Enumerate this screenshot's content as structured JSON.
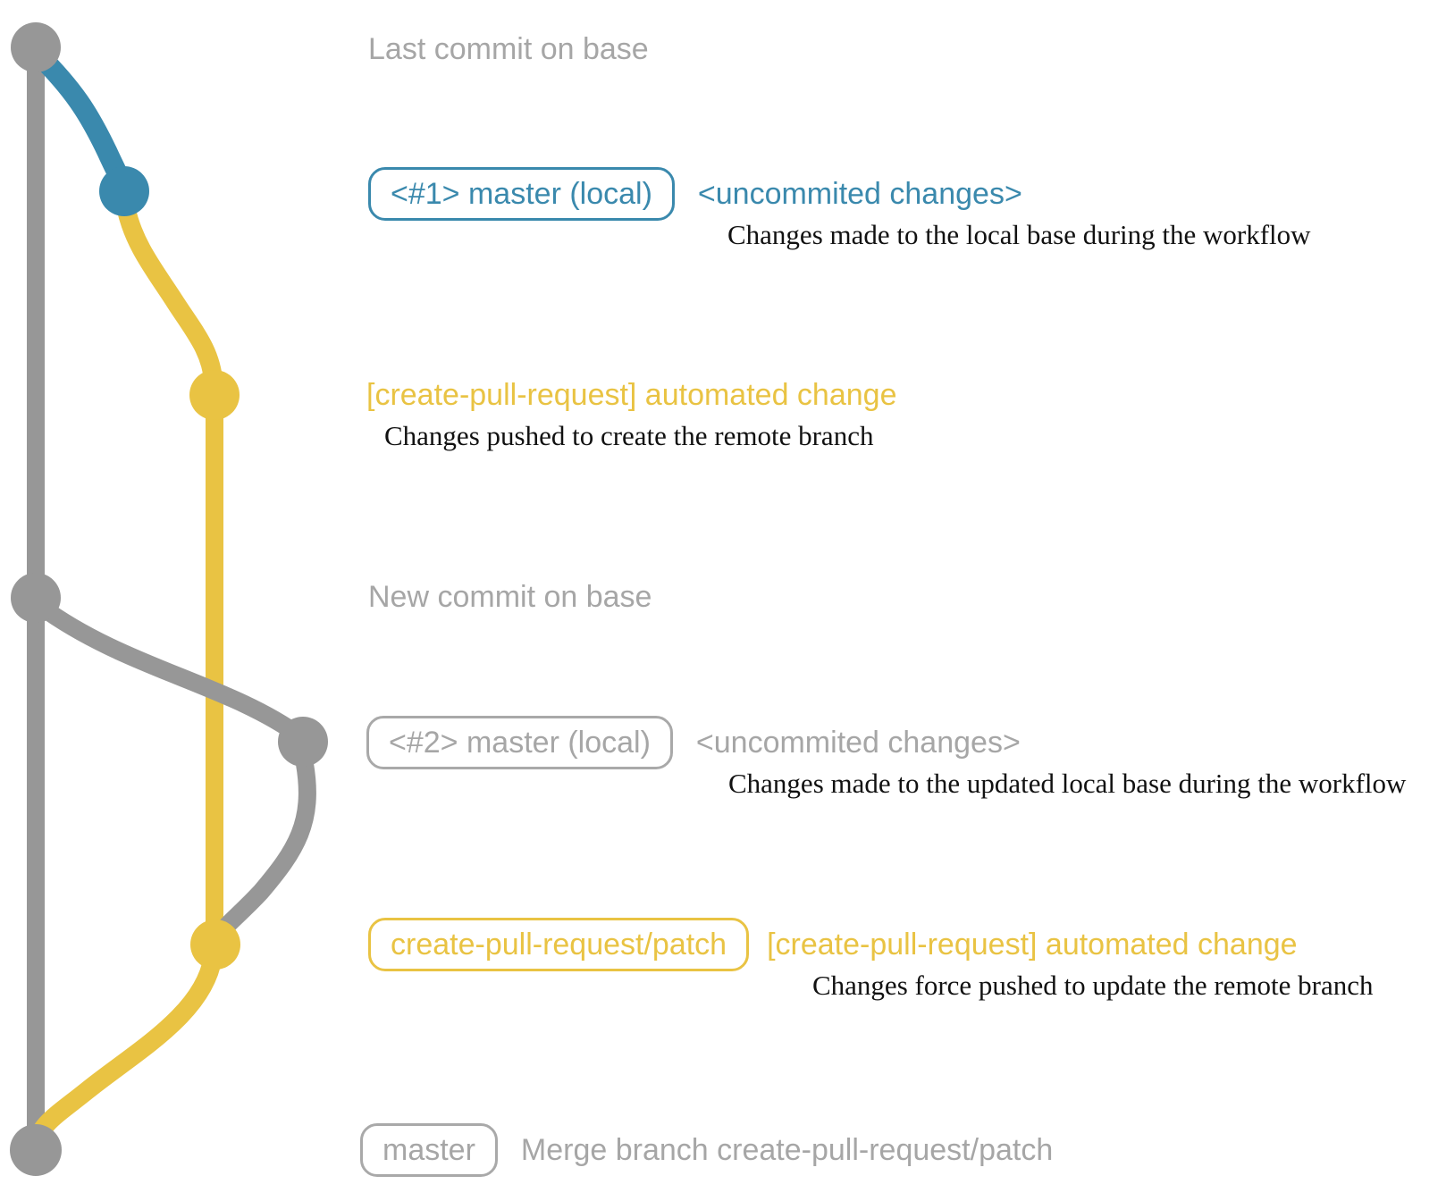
{
  "colors": {
    "base_gray": "#979797",
    "label_gray": "#a6a6a6",
    "local_blue": "#3a89ad",
    "patch_yellow": "#e9c343",
    "description_black": "#111111"
  },
  "graph": {
    "branches": [
      {
        "name": "master (base)",
        "color": "#979797"
      },
      {
        "name": "master (local)",
        "color": "#3a89ad"
      },
      {
        "name": "create-pull-request/patch",
        "color": "#e9c343"
      }
    ]
  },
  "sections": {
    "last_commit": {
      "heading": "Last commit on base"
    },
    "local_commit_1": {
      "box": "<#1> master (local)",
      "inline": "<uncommited changes>",
      "desc": "Changes made to the local base during the workflow"
    },
    "push_1": {
      "label": "[create-pull-request] automated change",
      "desc": "Changes pushed to create the remote branch"
    },
    "new_commit": {
      "heading": "New commit on base"
    },
    "local_commit_2": {
      "box": "<#2> master (local)",
      "inline": "<uncommited changes>",
      "desc": "Changes made to the updated local base during the workflow"
    },
    "push_2": {
      "box": "create-pull-request/patch",
      "inline": "[create-pull-request] automated change",
      "desc": "Changes force pushed to update the remote branch"
    },
    "merge": {
      "box": "master",
      "inline": "Merge branch create-pull-request/patch"
    }
  }
}
